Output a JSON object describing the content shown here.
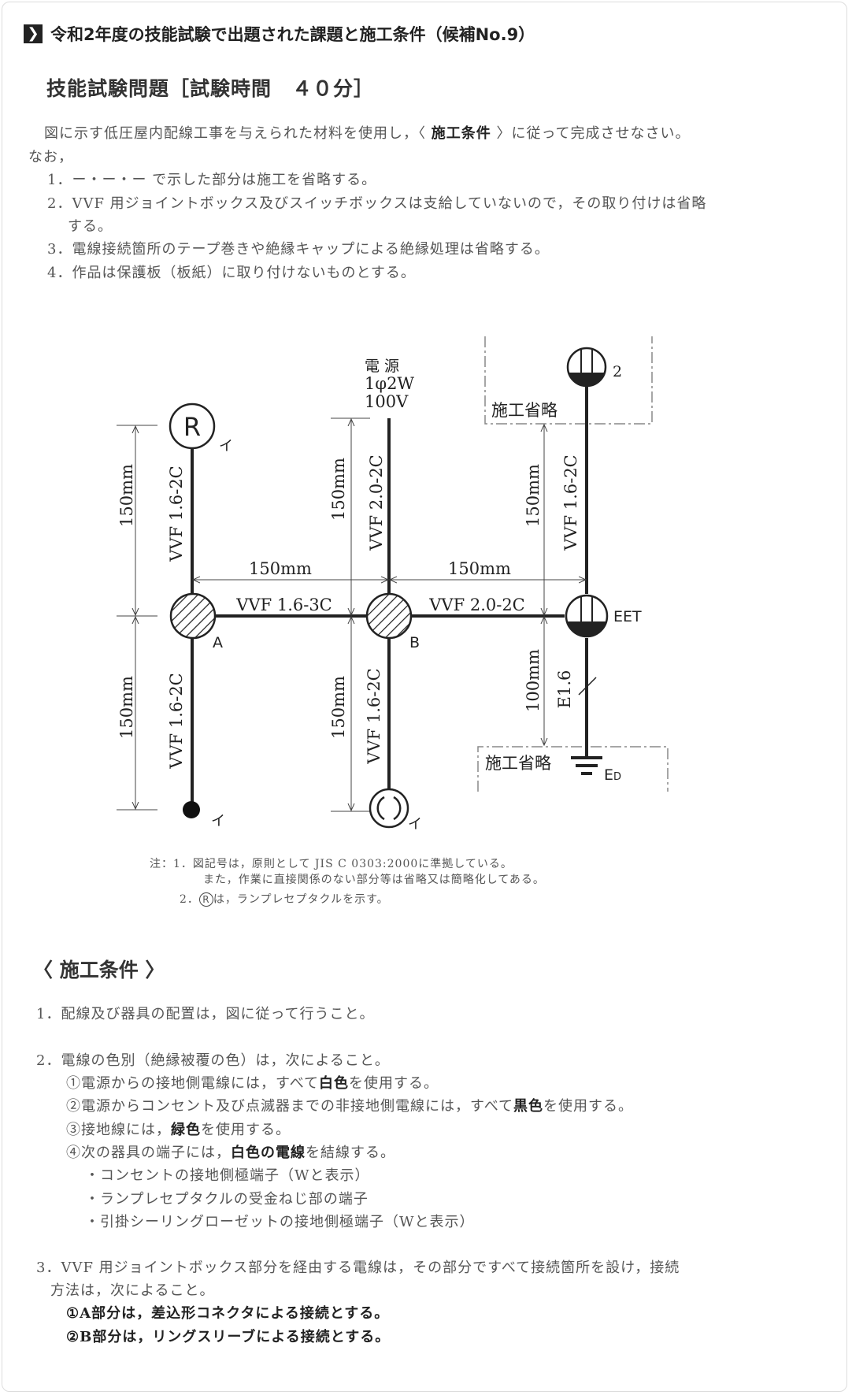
{
  "title": "令和2年度の技能試験で出題された課題と施工条件（候補No.9）",
  "problem": {
    "heading": "技能試験問題［試験時間　４０分］",
    "intro_a": "図に示す低圧屋内配線工事を与えられた材料を使用し，〈 ",
    "intro_bold": "施工条件",
    "intro_b": " 〉に従って完成させなさい。",
    "nao": "なお，",
    "items": [
      "1．ー・ー・ー で示した部分は施工を省略する。",
      "2．VVF 用ジョイントボックス及びスイッチボックスは支給していないので，その取り付けは省略",
      "する。",
      "3．電線接続箇所のテープ巻きや絶縁キャップによる絶縁処理は省略する。",
      "4．作品は保護板（板紙）に取り付けないものとする。"
    ]
  },
  "diagram": {
    "power": [
      "電 源",
      "1φ2W",
      "100V"
    ],
    "lamp_receptacle": "R",
    "label_i": "イ",
    "box_a": "A",
    "box_b": "B",
    "eet": "EET",
    "pilot_count": "2",
    "ground": "E",
    "ground_sub": "D",
    "omitted": "施工省略",
    "cables": {
      "r_to_a": "VVF 1.6-2C",
      "a_down": "VVF 1.6-2C",
      "power_to_b": "VVF 2.0-2C",
      "b_down": "VVF 1.6-2C",
      "lamp_to_eet": "VVF 1.6-2C",
      "a_to_b": "VVF 1.6-3C",
      "b_to_eet": "VVF 2.0-2C",
      "earth": "E1.6"
    },
    "dims": {
      "d150": "150mm",
      "d100": "100mm"
    },
    "notes": [
      "注：1．図記号は，原則として JIS C 0303:2000に準拠している。",
      "また，作業に直接関係のない部分等は省略又は簡略化してある。",
      "2．",
      "は，ランプレセプタクルを示す。"
    ]
  },
  "conditions": {
    "heading": "〈 施工条件 〉",
    "c1": "1．配線及び器具の配置は，図に従って行うこと。",
    "c2": "2．電線の色別（絶縁被覆の色）は，次によること。",
    "c2_1": [
      "①電源からの接地側電線には，すべて",
      "白色",
      "を使用する。"
    ],
    "c2_2": [
      "②電源からコンセント及び点滅器までの非接地側電線には，すべて",
      "黒色",
      "を使用する。"
    ],
    "c2_3": [
      "③接地線には，",
      "緑色",
      "を使用する。"
    ],
    "c2_4": [
      "④次の器具の端子には，",
      "白色の電線",
      "を結線する。"
    ],
    "c2_4_items": [
      "・コンセントの接地側極端子（Wと表示）",
      "・ランプレセプタクルの受金ねじ部の端子",
      "・引掛シーリングローゼットの接地側極端子（Wと表示）"
    ],
    "c3": "3．VVF 用ジョイントボックス部分を経由する電線は，その部分ですべて接続箇所を設け，接続",
    "c3_cont": "方法は，次によること。",
    "c3_1": "①A部分は，差込形コネクタによる接続とする。",
    "c3_2": "②B部分は，リングスリーブによる接続とする。"
  }
}
